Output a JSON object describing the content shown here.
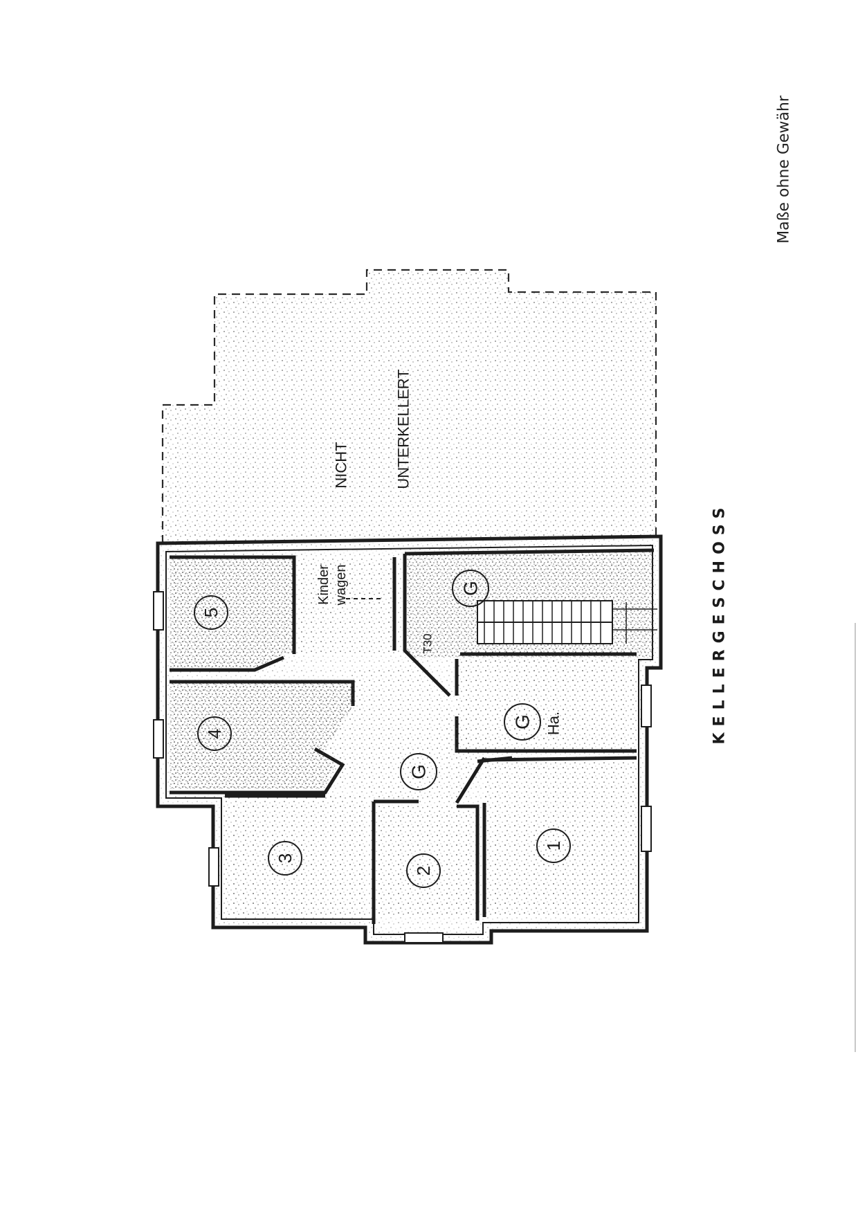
{
  "heading": "KELLERGESCHOSS",
  "disclaimer": "Maße ohne Gewähr",
  "unexcavated": {
    "line1": "NICHT",
    "line2": "UNTERKELLERT"
  },
  "stroller": {
    "line1": "Kinder",
    "line2": "wagen"
  },
  "door_rating": "T30",
  "room_hausanschluss": "Ha.",
  "room_numbers": [
    "1",
    "2",
    "3",
    "4",
    "5"
  ],
  "common_marker": "G"
}
